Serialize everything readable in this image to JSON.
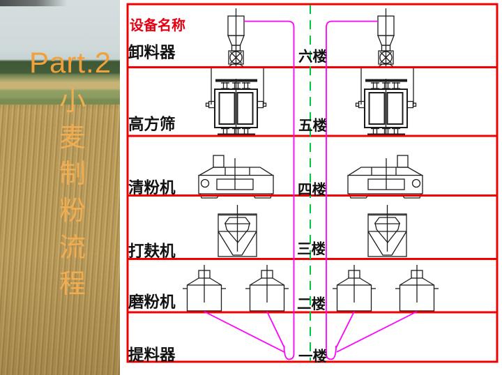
{
  "slide": {
    "part_label": "Part.2",
    "vertical_title": "小麦制粉流程",
    "vertical_title_chars": [
      "小",
      "麦",
      "制",
      "粉",
      "流",
      "程"
    ],
    "title_text_color": "#F0A13B"
  },
  "diagram": {
    "header_label": "设备名称",
    "rows": [
      {
        "equipment": "卸料器",
        "floor": "六楼"
      },
      {
        "equipment": "高方筛",
        "floor": "五楼"
      },
      {
        "equipment": "清粉机",
        "floor": "四楼"
      },
      {
        "equipment": "打麸机",
        "floor": "三楼"
      },
      {
        "equipment": "磨粉机",
        "floor": "二楼"
      },
      {
        "equipment": "提料器",
        "floor": "一楼"
      }
    ],
    "colors": {
      "floor_frame": "#F20000",
      "material_pipe": "#FF00FF",
      "center_axis": "#00C83C",
      "header_text": "#E60012",
      "equipment_line": "#1C1C1C"
    }
  }
}
